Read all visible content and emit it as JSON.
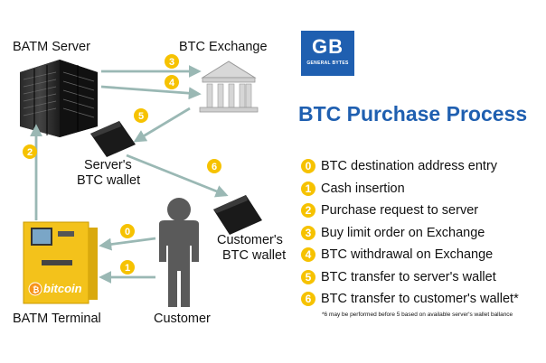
{
  "title": "BTC Purchase Process",
  "logo": {
    "text": "GB",
    "subtext": "GENERAL BYTES",
    "color": "#1f5fb0"
  },
  "nodes": {
    "server": "BATM Server",
    "exchange": "BTC Exchange",
    "server_wallet_line1": "Server's",
    "server_wallet_line2": "BTC wallet",
    "customer_wallet_line1": "Customer's",
    "customer_wallet_line2": "BTC wallet",
    "terminal": "BATM Terminal",
    "customer": "Customer",
    "bitcoin_logo": "bitcoin"
  },
  "arrow_badges": [
    "0",
    "1",
    "2",
    "3",
    "4",
    "5",
    "6"
  ],
  "steps": [
    {
      "num": "0",
      "text": "BTC destination address entry"
    },
    {
      "num": "1",
      "text": "Cash insertion"
    },
    {
      "num": "2",
      "text": "Purchase request to server"
    },
    {
      "num": "3",
      "text": "Buy limit order on Exchange"
    },
    {
      "num": "4",
      "text": "BTC withdrawal on Exchange"
    },
    {
      "num": "5",
      "text": "BTC transfer to server's wallet"
    },
    {
      "num": "6",
      "text": "BTC transfer to customer's wallet*"
    }
  ],
  "footnote": "*6 may be performed before 5 based on available server's wallet ballance",
  "colors": {
    "arrow": "#9ab8b4",
    "badge": "#f6c200",
    "title": "#1f5fb0",
    "terminal": "#f3c21b"
  }
}
